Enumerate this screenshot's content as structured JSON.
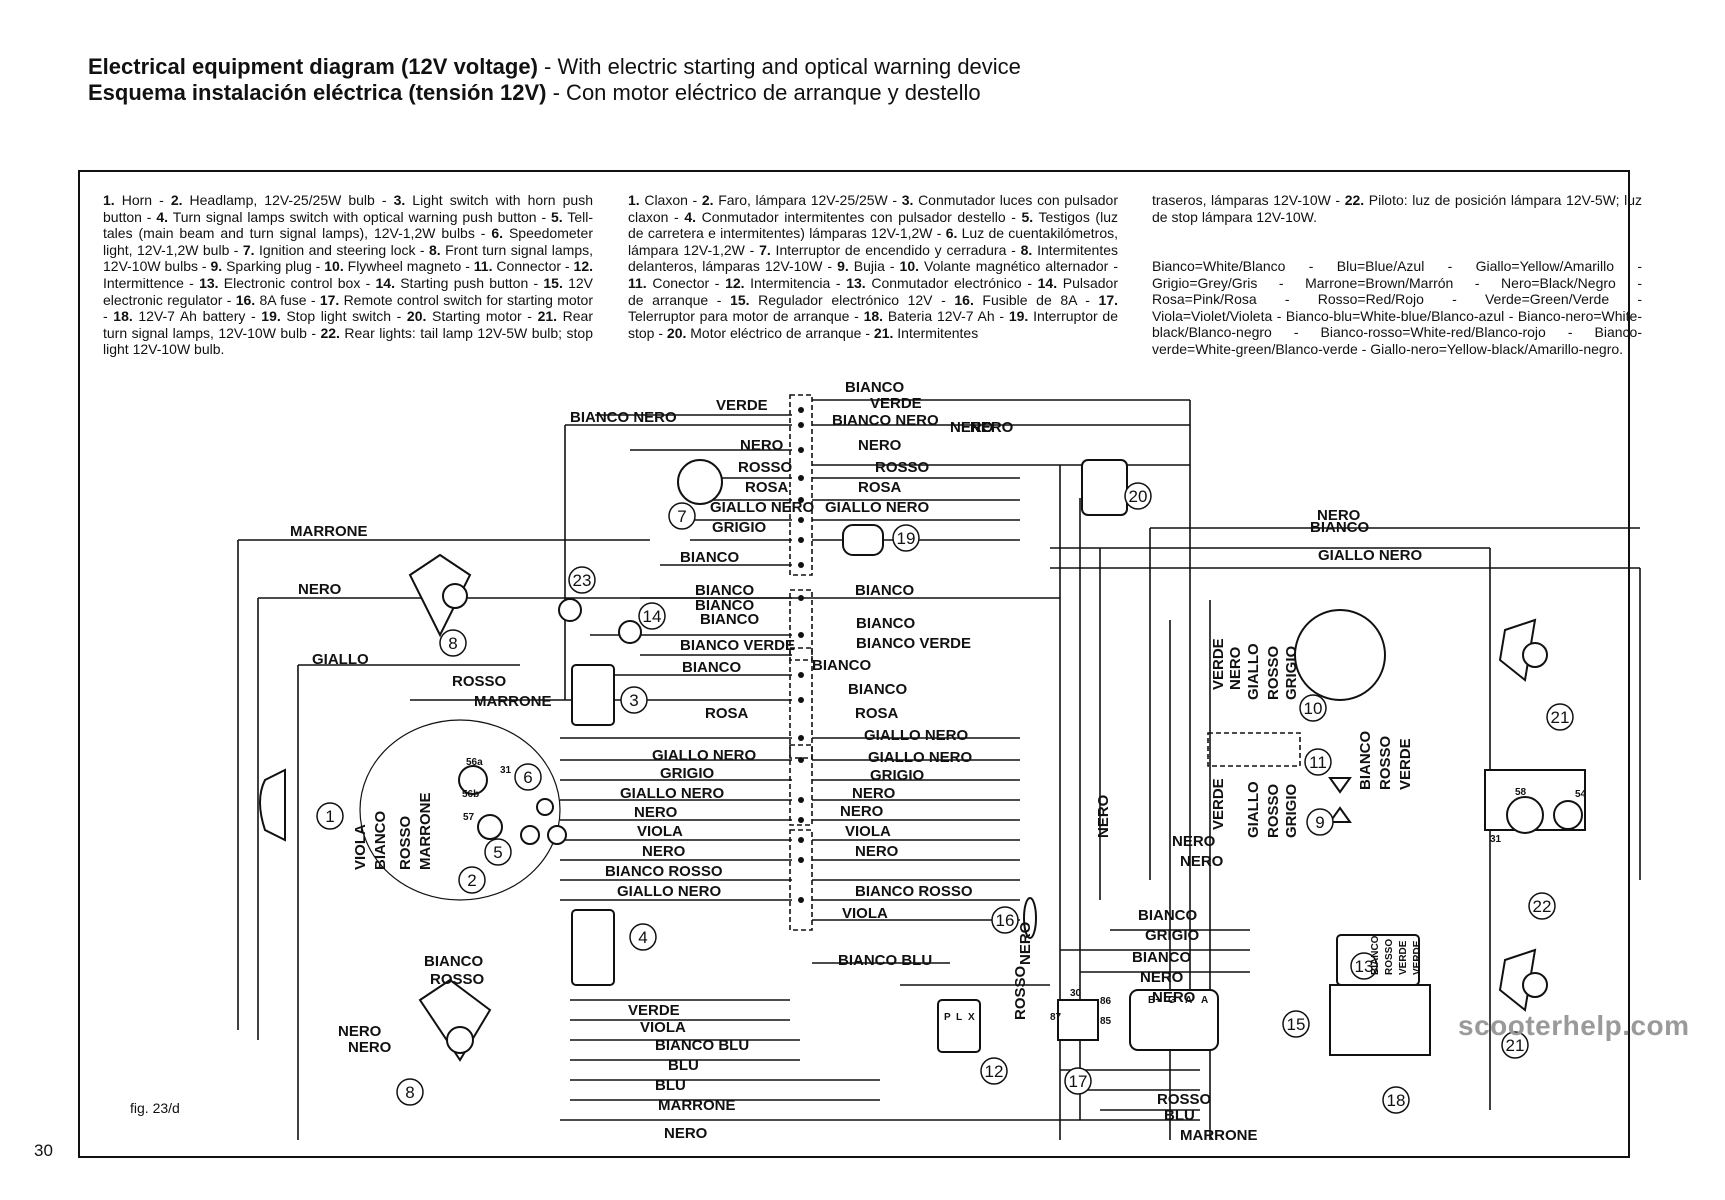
{
  "header": {
    "title_en_bold": "Electrical equipment diagram (12V voltage)",
    "title_en_rest": " - With electric starting and optical warning device",
    "title_es_bold": "Esquema instalación eléctrica (tensión 12V)",
    "title_es_rest": " - Con motor eléctrico de arranque y destello"
  },
  "legend_en": [
    {
      "n": "1.",
      "t": " Horn - "
    },
    {
      "n": "2.",
      "t": " Headlamp, 12V-25/25W bulb - "
    },
    {
      "n": "3.",
      "t": " Light switch with horn push button - "
    },
    {
      "n": "4.",
      "t": " Turn signal lamps switch with optical warning push button - "
    },
    {
      "n": "5.",
      "t": " Tell-tales (main beam and turn signal lamps), 12V-1,2W bulbs - "
    },
    {
      "n": "6.",
      "t": " Speedometer light, 12V-1,2W bulb - "
    },
    {
      "n": "7.",
      "t": " Ignition and steering lock - "
    },
    {
      "n": "8.",
      "t": " Front turn signal lamps, 12V-10W bulbs - "
    },
    {
      "n": "9.",
      "t": " Sparking plug - "
    },
    {
      "n": "10.",
      "t": " Flywheel magneto - "
    },
    {
      "n": "11.",
      "t": " Connector - "
    },
    {
      "n": "12.",
      "t": " Intermittence - "
    },
    {
      "n": "13.",
      "t": " Electronic control box - "
    },
    {
      "n": "14.",
      "t": " Starting push button - "
    },
    {
      "n": "15.",
      "t": " 12V electronic regulator - "
    },
    {
      "n": "16.",
      "t": " 8A fuse - "
    },
    {
      "n": "17.",
      "t": " Remote control switch for starting motor - "
    },
    {
      "n": "18.",
      "t": " 12V-7 Ah battery - "
    },
    {
      "n": "19.",
      "t": " Stop light switch - "
    },
    {
      "n": "20.",
      "t": " Starting motor - "
    },
    {
      "n": "21.",
      "t": " Rear turn signal lamps, 12V-10W bulb - "
    },
    {
      "n": "22.",
      "t": " Rear lights: tail lamp 12V-5W bulb; stop light 12V-10W bulb."
    }
  ],
  "legend_es": [
    {
      "n": "1.",
      "t": " Claxon - "
    },
    {
      "n": "2.",
      "t": " Faro, lámpara 12V-25/25W - "
    },
    {
      "n": "3.",
      "t": " Conmutador luces con pulsador claxon - "
    },
    {
      "n": "4.",
      "t": " Conmutador intermitentes con pulsador destello - "
    },
    {
      "n": "5.",
      "t": " Testigos (luz de carretera e intermitentes) lámparas 12V-1,2W - "
    },
    {
      "n": "6.",
      "t": " Luz de cuentakilómetros, lámpara 12V-1,2W - "
    },
    {
      "n": "7.",
      "t": " Interruptor de encendido y cerradura - "
    },
    {
      "n": "8.",
      "t": " Intermitentes delanteros, lámparas 12V-10W - "
    },
    {
      "n": "9.",
      "t": " Bujia - "
    },
    {
      "n": "10.",
      "t": " Volante magnético alternador - "
    },
    {
      "n": "11.",
      "t": " Conector - "
    },
    {
      "n": "12.",
      "t": " Intermitencia - "
    },
    {
      "n": "13.",
      "t": " Conmutador electrónico - "
    },
    {
      "n": "14.",
      "t": " Pulsador de arranque - "
    },
    {
      "n": "15.",
      "t": " Regulador electrónico 12V - "
    },
    {
      "n": "16.",
      "t": " Fusible de 8A - "
    },
    {
      "n": "17.",
      "t": " Telerruptor para motor de arranque - "
    },
    {
      "n": "18.",
      "t": " Bateria 12V-7 Ah - "
    },
    {
      "n": "19.",
      "t": " Interruptor de stop - "
    },
    {
      "n": "20.",
      "t": " Motor eléctrico de arranque - "
    },
    {
      "n": "21.",
      "t": " Intermitentes"
    }
  ],
  "legend_es_cont": [
    {
      "n": "",
      "t": "traseros, lámparas 12V-10W - "
    },
    {
      "n": "22.",
      "t": " Piloto: luz de posición lámpara 12V-5W; luz de stop lámpara 12V-10W."
    }
  ],
  "color_key": "Bianco=White/Blanco - Blu=Blue/Azul - Giallo=Yellow/Amarillo - Grigio=Grey/Gris - Marrone=Brown/Marrón - Nero=Black/Negro - Rosa=Pink/Rosa - Rosso=Red/Rojo - Verde=Green/Verde - Viola=Violet/Violeta - Bianco-blu=White-blue/Blanco-azul - Bianco-nero=White-black/Blanco-negro - Bianco-rosso=White-red/Blanco-rojo - Bianco-verde=White-green/Blanco-verde - Giallo-nero=Yellow-black/Amarillo-negro.",
  "footer": {
    "fig_label": "fig. 23/d",
    "page_number": "30",
    "watermark": "scooterhelp.com"
  },
  "wire_labels": [
    {
      "id": "w1",
      "text": "BIANCO NERO"
    },
    {
      "id": "w2",
      "text": "VERDE"
    },
    {
      "id": "w3",
      "text": "BIANCO"
    },
    {
      "id": "w4",
      "text": "VERDE"
    },
    {
      "id": "w5",
      "text": "BIANCO NERO"
    },
    {
      "id": "w6",
      "text": "NERO"
    },
    {
      "id": "w7",
      "text": "NERO"
    },
    {
      "id": "w8",
      "text": "NERO"
    },
    {
      "id": "w9",
      "text": "ROSSO"
    },
    {
      "id": "w10",
      "text": "ROSSO"
    },
    {
      "id": "w11",
      "text": "ROSA"
    },
    {
      "id": "w12",
      "text": "ROSA"
    },
    {
      "id": "w13",
      "text": "GIALLO NERO"
    },
    {
      "id": "w14",
      "text": "GIALLO NERO"
    },
    {
      "id": "w15",
      "text": "GRIGIO"
    },
    {
      "id": "w16",
      "text": "MARRONE"
    },
    {
      "id": "w17",
      "text": "NERO"
    },
    {
      "id": "w18",
      "text": "BIANCO"
    },
    {
      "id": "w19",
      "text": "BIANCO"
    },
    {
      "id": "w20",
      "text": "BIANCO"
    },
    {
      "id": "w21",
      "text": "BIANCO"
    },
    {
      "id": "w22",
      "text": "BIANCO"
    },
    {
      "id": "w23",
      "text": "BIANCO"
    },
    {
      "id": "w24",
      "text": "BIANCO VERDE"
    },
    {
      "id": "w25",
      "text": "BIANCO VERDE"
    },
    {
      "id": "w26",
      "text": "GIALLO"
    },
    {
      "id": "w27",
      "text": "BIANCO"
    },
    {
      "id": "w28",
      "text": "BIANCO"
    },
    {
      "id": "w29",
      "text": "BIANCO"
    },
    {
      "id": "w30",
      "text": "ROSSO"
    },
    {
      "id": "w31",
      "text": "MARRONE"
    },
    {
      "id": "w32",
      "text": "ROSA"
    },
    {
      "id": "w33",
      "text": "ROSA"
    },
    {
      "id": "w34",
      "text": "GIALLO NERO"
    },
    {
      "id": "w35",
      "text": "GIALLO NERO"
    },
    {
      "id": "w36",
      "text": "GIALLO NERO"
    },
    {
      "id": "w37",
      "text": "GRIGIO"
    },
    {
      "id": "w38",
      "text": "GRIGIO"
    },
    {
      "id": "w39",
      "text": "GIALLO NERO"
    },
    {
      "id": "w40",
      "text": "NERO"
    },
    {
      "id": "w41",
      "text": "NERO"
    },
    {
      "id": "w42",
      "text": "NERO"
    },
    {
      "id": "w43",
      "text": "VIOLA"
    },
    {
      "id": "w44",
      "text": "VIOLA"
    },
    {
      "id": "w45",
      "text": "NERO"
    },
    {
      "id": "w46",
      "text": "NERO"
    },
    {
      "id": "w47",
      "text": "BIANCO ROSSO"
    },
    {
      "id": "w48",
      "text": "BIANCO ROSSO"
    },
    {
      "id": "w49",
      "text": "GIALLO NERO"
    },
    {
      "id": "w50",
      "text": "VIOLA"
    },
    {
      "id": "w51",
      "text": "BIANCO BLU"
    },
    {
      "id": "w52",
      "text": "BIANCO"
    },
    {
      "id": "w53",
      "text": "ROSSO"
    },
    {
      "id": "w54",
      "text": "VERDE"
    },
    {
      "id": "w55",
      "text": "VIOLA"
    },
    {
      "id": "w56",
      "text": "BIANCO BLU"
    },
    {
      "id": "w57",
      "text": "BLU"
    },
    {
      "id": "w58",
      "text": "BLU"
    },
    {
      "id": "w59",
      "text": "MARRONE"
    },
    {
      "id": "w60",
      "text": "NERO"
    },
    {
      "id": "w61",
      "text": "NERO"
    },
    {
      "id": "w62",
      "text": "NERO"
    },
    {
      "id": "w63",
      "text": "NERO"
    },
    {
      "id": "w64",
      "text": "BIANCO"
    },
    {
      "id": "w65",
      "text": "GIALLO NERO"
    },
    {
      "id": "w66",
      "text": "BIANCO"
    },
    {
      "id": "w67",
      "text": "GRIGIO"
    },
    {
      "id": "w68",
      "text": "BIANCO"
    },
    {
      "id": "w69",
      "text": "NERO"
    },
    {
      "id": "w70",
      "text": "NERO"
    },
    {
      "id": "w71",
      "text": "NERO"
    },
    {
      "id": "w72",
      "text": "NERO"
    },
    {
      "id": "w73",
      "text": "ROSSO"
    },
    {
      "id": "w74",
      "text": "BLU"
    },
    {
      "id": "w75",
      "text": "MARRONE"
    },
    {
      "id": "w76",
      "text": "NERO"
    }
  ],
  "vertical_labels": [
    {
      "id": "v1",
      "text": "VIOLA"
    },
    {
      "id": "v2",
      "text": "BIANCO"
    },
    {
      "id": "v3",
      "text": "ROSSO"
    },
    {
      "id": "v4",
      "text": "MARRONE"
    },
    {
      "id": "v5",
      "text": "NERO"
    },
    {
      "id": "v6",
      "text": "NERO"
    },
    {
      "id": "v7",
      "text": "VERDE"
    },
    {
      "id": "v8",
      "text": "NERO"
    },
    {
      "id": "v9",
      "text": "GIALLO"
    },
    {
      "id": "v10",
      "text": "ROSSO"
    },
    {
      "id": "v11",
      "text": "GRIGIO"
    },
    {
      "id": "v12",
      "text": "VERDE"
    },
    {
      "id": "v13",
      "text": "GIALLO"
    },
    {
      "id": "v14",
      "text": "ROSSO"
    },
    {
      "id": "v15",
      "text": "GRIGIO"
    },
    {
      "id": "v16",
      "text": "BIANCO"
    },
    {
      "id": "v17",
      "text": "ROSSO"
    },
    {
      "id": "v18",
      "text": "VERDE"
    },
    {
      "id": "v19",
      "text": "ROSSO"
    }
  ],
  "components": [
    {
      "id": "c1",
      "num": "1",
      "name": "Horn"
    },
    {
      "id": "c2",
      "num": "2",
      "name": "Headlamp"
    },
    {
      "id": "c3",
      "num": "3",
      "name": "Light switch with horn push button"
    },
    {
      "id": "c4",
      "num": "4",
      "name": "Turn signal lamps switch"
    },
    {
      "id": "c5",
      "num": "5",
      "name": "Tell-tales"
    },
    {
      "id": "c6",
      "num": "6",
      "name": "Speedometer light"
    },
    {
      "id": "c7",
      "num": "7",
      "name": "Ignition and steering lock"
    },
    {
      "id": "c8a",
      "num": "8",
      "name": "Front turn signal lamp (upper)"
    },
    {
      "id": "c8b",
      "num": "8",
      "name": "Front turn signal lamp (lower)"
    },
    {
      "id": "c9",
      "num": "9",
      "name": "Sparking plug"
    },
    {
      "id": "c10",
      "num": "10",
      "name": "Flywheel magneto"
    },
    {
      "id": "c11",
      "num": "11",
      "name": "Connector"
    },
    {
      "id": "c12",
      "num": "12",
      "name": "Intermittence"
    },
    {
      "id": "c13",
      "num": "13",
      "name": "Electronic control box"
    },
    {
      "id": "c14",
      "num": "14",
      "name": "Starting push button"
    },
    {
      "id": "c15",
      "num": "15",
      "name": "12V electronic regulator"
    },
    {
      "id": "c16",
      "num": "16",
      "name": "8A fuse"
    },
    {
      "id": "c17",
      "num": "17",
      "name": "Remote control switch"
    },
    {
      "id": "c18",
      "num": "18",
      "name": "12V-7 Ah battery"
    },
    {
      "id": "c19",
      "num": "19",
      "name": "Stop light switch"
    },
    {
      "id": "c20",
      "num": "20",
      "name": "Starting motor"
    },
    {
      "id": "c21a",
      "num": "21",
      "name": "Rear turn signal lamp (upper)"
    },
    {
      "id": "c21b",
      "num": "21",
      "name": "Rear turn signal lamp (lower)"
    },
    {
      "id": "c22",
      "num": "22",
      "name": "Rear lights"
    },
    {
      "id": "c23",
      "num": "23",
      "name": "Horn push button"
    }
  ],
  "terminal_labels": {
    "intermittence": [
      "P",
      "L",
      "X"
    ],
    "regulator": [
      "B+",
      "G",
      "A",
      "A"
    ],
    "relay": [
      "30",
      "87",
      "86",
      "85"
    ],
    "speedo_lamp": [
      "56a",
      "56b",
      "57",
      "31"
    ],
    "rear_light": [
      "58",
      "54",
      "31"
    ],
    "control_box": [
      "BIANCO",
      "ROSSO",
      "VERDE",
      "VERDE"
    ]
  }
}
